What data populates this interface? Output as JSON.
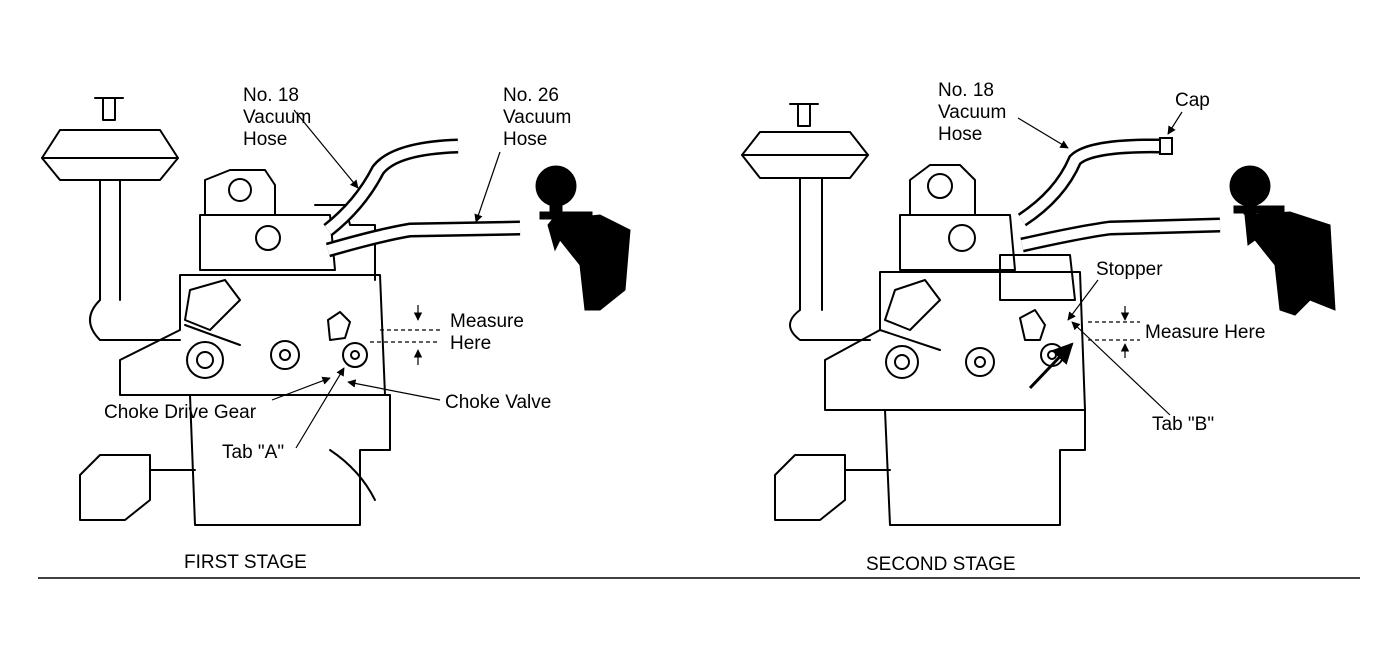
{
  "first_stage": {
    "caption": "FIRST STAGE",
    "labels": {
      "hose18": [
        "No. 18",
        "Vacuum",
        "Hose"
      ],
      "hose26": [
        "No. 26",
        "Vacuum",
        "Hose"
      ],
      "measure": [
        "Measure",
        "Here"
      ],
      "choke_drive_gear": "Choke Drive Gear",
      "choke_valve": "Choke Valve",
      "tab_a": "Tab \"A\""
    }
  },
  "second_stage": {
    "caption": "SECOND STAGE",
    "labels": {
      "hose18": [
        "No. 18",
        "Vacuum",
        "Hose"
      ],
      "cap": "Cap",
      "stopper": "Stopper",
      "measure": "Measure Here",
      "tab_b": "Tab \"B\""
    }
  }
}
